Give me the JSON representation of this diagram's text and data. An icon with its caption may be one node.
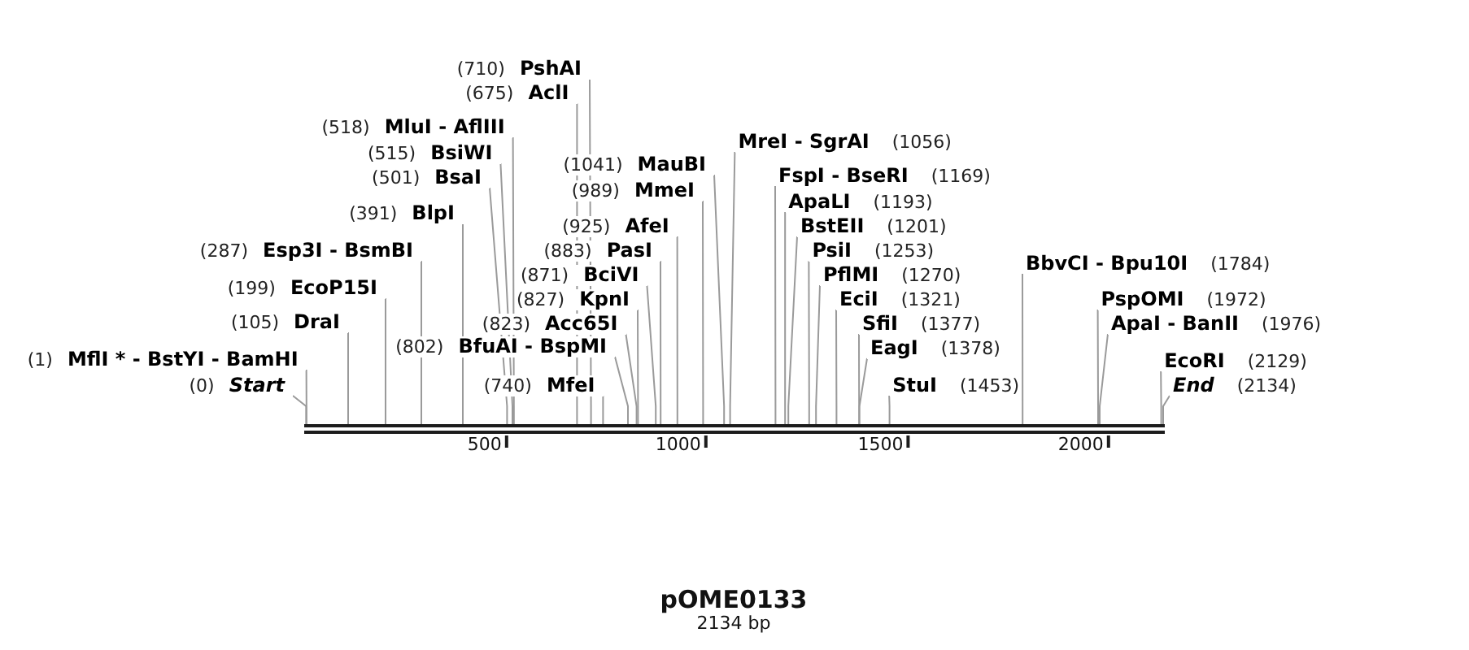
{
  "diagram": {
    "title": "pOME0133",
    "nodes": [
      {
        "text": [],
        "shape": "bar"
      },
      {
        "text": [
          "(0)",
          "Start"
        ]
      },
      {
        "text": [
          "(1)",
          "MflI * - BstYI - BamHI"
        ]
      },
      {
        "text": [
          "(105)",
          "DraI"
        ]
      },
      {
        "text": [
          "(199)",
          "EcoP15I"
        ]
      },
      {
        "text": [
          "(287)",
          "Esp3I - BsmBI"
        ]
      },
      {
        "text": [
          "(391)",
          "BlpI"
        ]
      },
      {
        "text": [
          "(501)",
          "BsaI"
        ]
      },
      {
        "text": [
          "(515)",
          "BsiWI"
        ]
      },
      {
        "text": [
          "(518)",
          "MluI - AflIII"
        ]
      },
      {
        "text": [
          "(675)",
          "AclI"
        ]
      },
      {
        "text": [
          "(710)",
          "PshAI"
        ]
      },
      {
        "text": [
          "(740)",
          "MfeI"
        ]
      },
      {
        "text": [
          "(802)",
          "BfuAI - BspMI"
        ]
      },
      {
        "text": [
          "(823)",
          "Acc65I"
        ]
      },
      {
        "text": [
          "(827)",
          "KpnI"
        ]
      },
      {
        "text": [
          "(871)",
          "BciVI"
        ]
      },
      {
        "text": [
          "(883)",
          "PasI"
        ]
      },
      {
        "text": [
          "(925)",
          "AfeI"
        ]
      },
      {
        "text": [
          "(989)",
          "MmeI"
        ]
      },
      {
        "text": [
          "(1041)",
          "MauBI"
        ]
      },
      {
        "text": [
          "MreI - SgrAI",
          "(1056)"
        ]
      },
      {
        "text": [
          "FspI - BseRI",
          "(1169)"
        ]
      },
      {
        "text": [
          "ApaLI",
          "(1193)"
        ]
      },
      {
        "text": [
          "BstEII",
          "(1201)"
        ]
      },
      {
        "text": [
          "PsiI",
          "(1253)"
        ]
      },
      {
        "text": [
          "PflMI",
          "(1270)"
        ]
      },
      {
        "text": [
          "EciI",
          "(1321)"
        ]
      },
      {
        "text": [
          "SfiI",
          "(1377)"
        ]
      },
      {
        "text": [
          "EagI",
          "(1378)"
        ]
      },
      {
        "text": [
          "StuI",
          "(1453)"
        ]
      },
      {
        "text": [
          "BbvCI - Bpu10I",
          "(1784)"
        ]
      },
      {
        "text": [
          "PspOMI",
          "(1972)"
        ]
      },
      {
        "text": [
          "ApaI - BanII",
          "(1976)"
        ]
      },
      {
        "text": [
          "EcoRI",
          "(2129)"
        ]
      },
      {
        "text": [
          "End",
          "(2134)"
        ]
      }
    ],
    "edges": [
      {
        "from": 1,
        "to": 0,
        "arrow": "none"
      },
      {
        "from": 2,
        "to": 0,
        "arrow": "none"
      },
      {
        "from": 3,
        "to": 0,
        "arrow": "none"
      },
      {
        "from": 4,
        "to": 0,
        "arrow": "none"
      },
      {
        "from": 5,
        "to": 0,
        "arrow": "none"
      },
      {
        "from": 6,
        "to": 0,
        "arrow": "none"
      },
      {
        "from": 7,
        "to": 0,
        "arrow": "none"
      },
      {
        "from": 8,
        "to": 0,
        "arrow": "none"
      },
      {
        "from": 9,
        "to": 0,
        "arrow": "none"
      },
      {
        "from": 10,
        "to": 0,
        "arrow": "none"
      },
      {
        "from": 11,
        "to": 0,
        "arrow": "none"
      },
      {
        "from": 12,
        "to": 0,
        "arrow": "none"
      },
      {
        "from": 13,
        "to": 0,
        "arrow": "none"
      },
      {
        "from": 14,
        "to": 0,
        "arrow": "none"
      },
      {
        "from": 15,
        "to": 0,
        "arrow": "none"
      },
      {
        "from": 16,
        "to": 0,
        "arrow": "none"
      },
      {
        "from": 17,
        "to": 0,
        "arrow": "none"
      },
      {
        "from": 18,
        "to": 0,
        "arrow": "none"
      },
      {
        "from": 19,
        "to": 0,
        "arrow": "none"
      },
      {
        "from": 20,
        "to": 0,
        "arrow": "none"
      },
      {
        "from": 21,
        "to": 0,
        "arrow": "none"
      },
      {
        "from": 22,
        "to": 0,
        "arrow": "none"
      },
      {
        "from": 23,
        "to": 0,
        "arrow": "none"
      },
      {
        "from": 24,
        "to": 0,
        "arrow": "none"
      },
      {
        "from": 25,
        "to": 0,
        "arrow": "none"
      },
      {
        "from": 26,
        "to": 0,
        "arrow": "none"
      },
      {
        "from": 27,
        "to": 0,
        "arrow": "none"
      },
      {
        "from": 28,
        "to": 0,
        "arrow": "none"
      },
      {
        "from": 29,
        "to": 0,
        "arrow": "none"
      },
      {
        "from": 30,
        "to": 0,
        "arrow": "none"
      },
      {
        "from": 31,
        "to": 0,
        "arrow": "none"
      },
      {
        "from": 32,
        "to": 0,
        "arrow": "none"
      },
      {
        "from": 33,
        "to": 0,
        "arrow": "none"
      },
      {
        "from": 34,
        "to": 0,
        "arrow": "none"
      },
      {
        "from": 35,
        "to": 0,
        "arrow": "none"
      }
    ],
    "labels": [
      "500",
      "1000",
      "1500",
      "2000",
      "2134 bp"
    ]
  }
}
